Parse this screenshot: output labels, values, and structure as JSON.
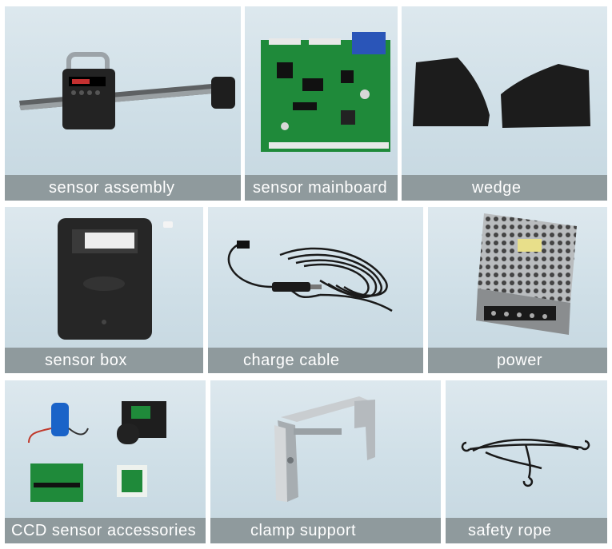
{
  "tiles": [
    {
      "caption": "sensor  assembly"
    },
    {
      "caption": "sensor  mainboard"
    },
    {
      "caption": "wedge"
    },
    {
      "caption": "sensor  box"
    },
    {
      "caption": "charge  cable"
    },
    {
      "caption": "power"
    },
    {
      "caption": "CCD sensor accessories"
    },
    {
      "caption": "clamp  support"
    },
    {
      "caption": "safety  rope"
    }
  ],
  "colors": {
    "caption_bg": "#8f9a9d",
    "photo_bg": "#d6e3ea",
    "pcb_green": "#1f8a3a"
  }
}
